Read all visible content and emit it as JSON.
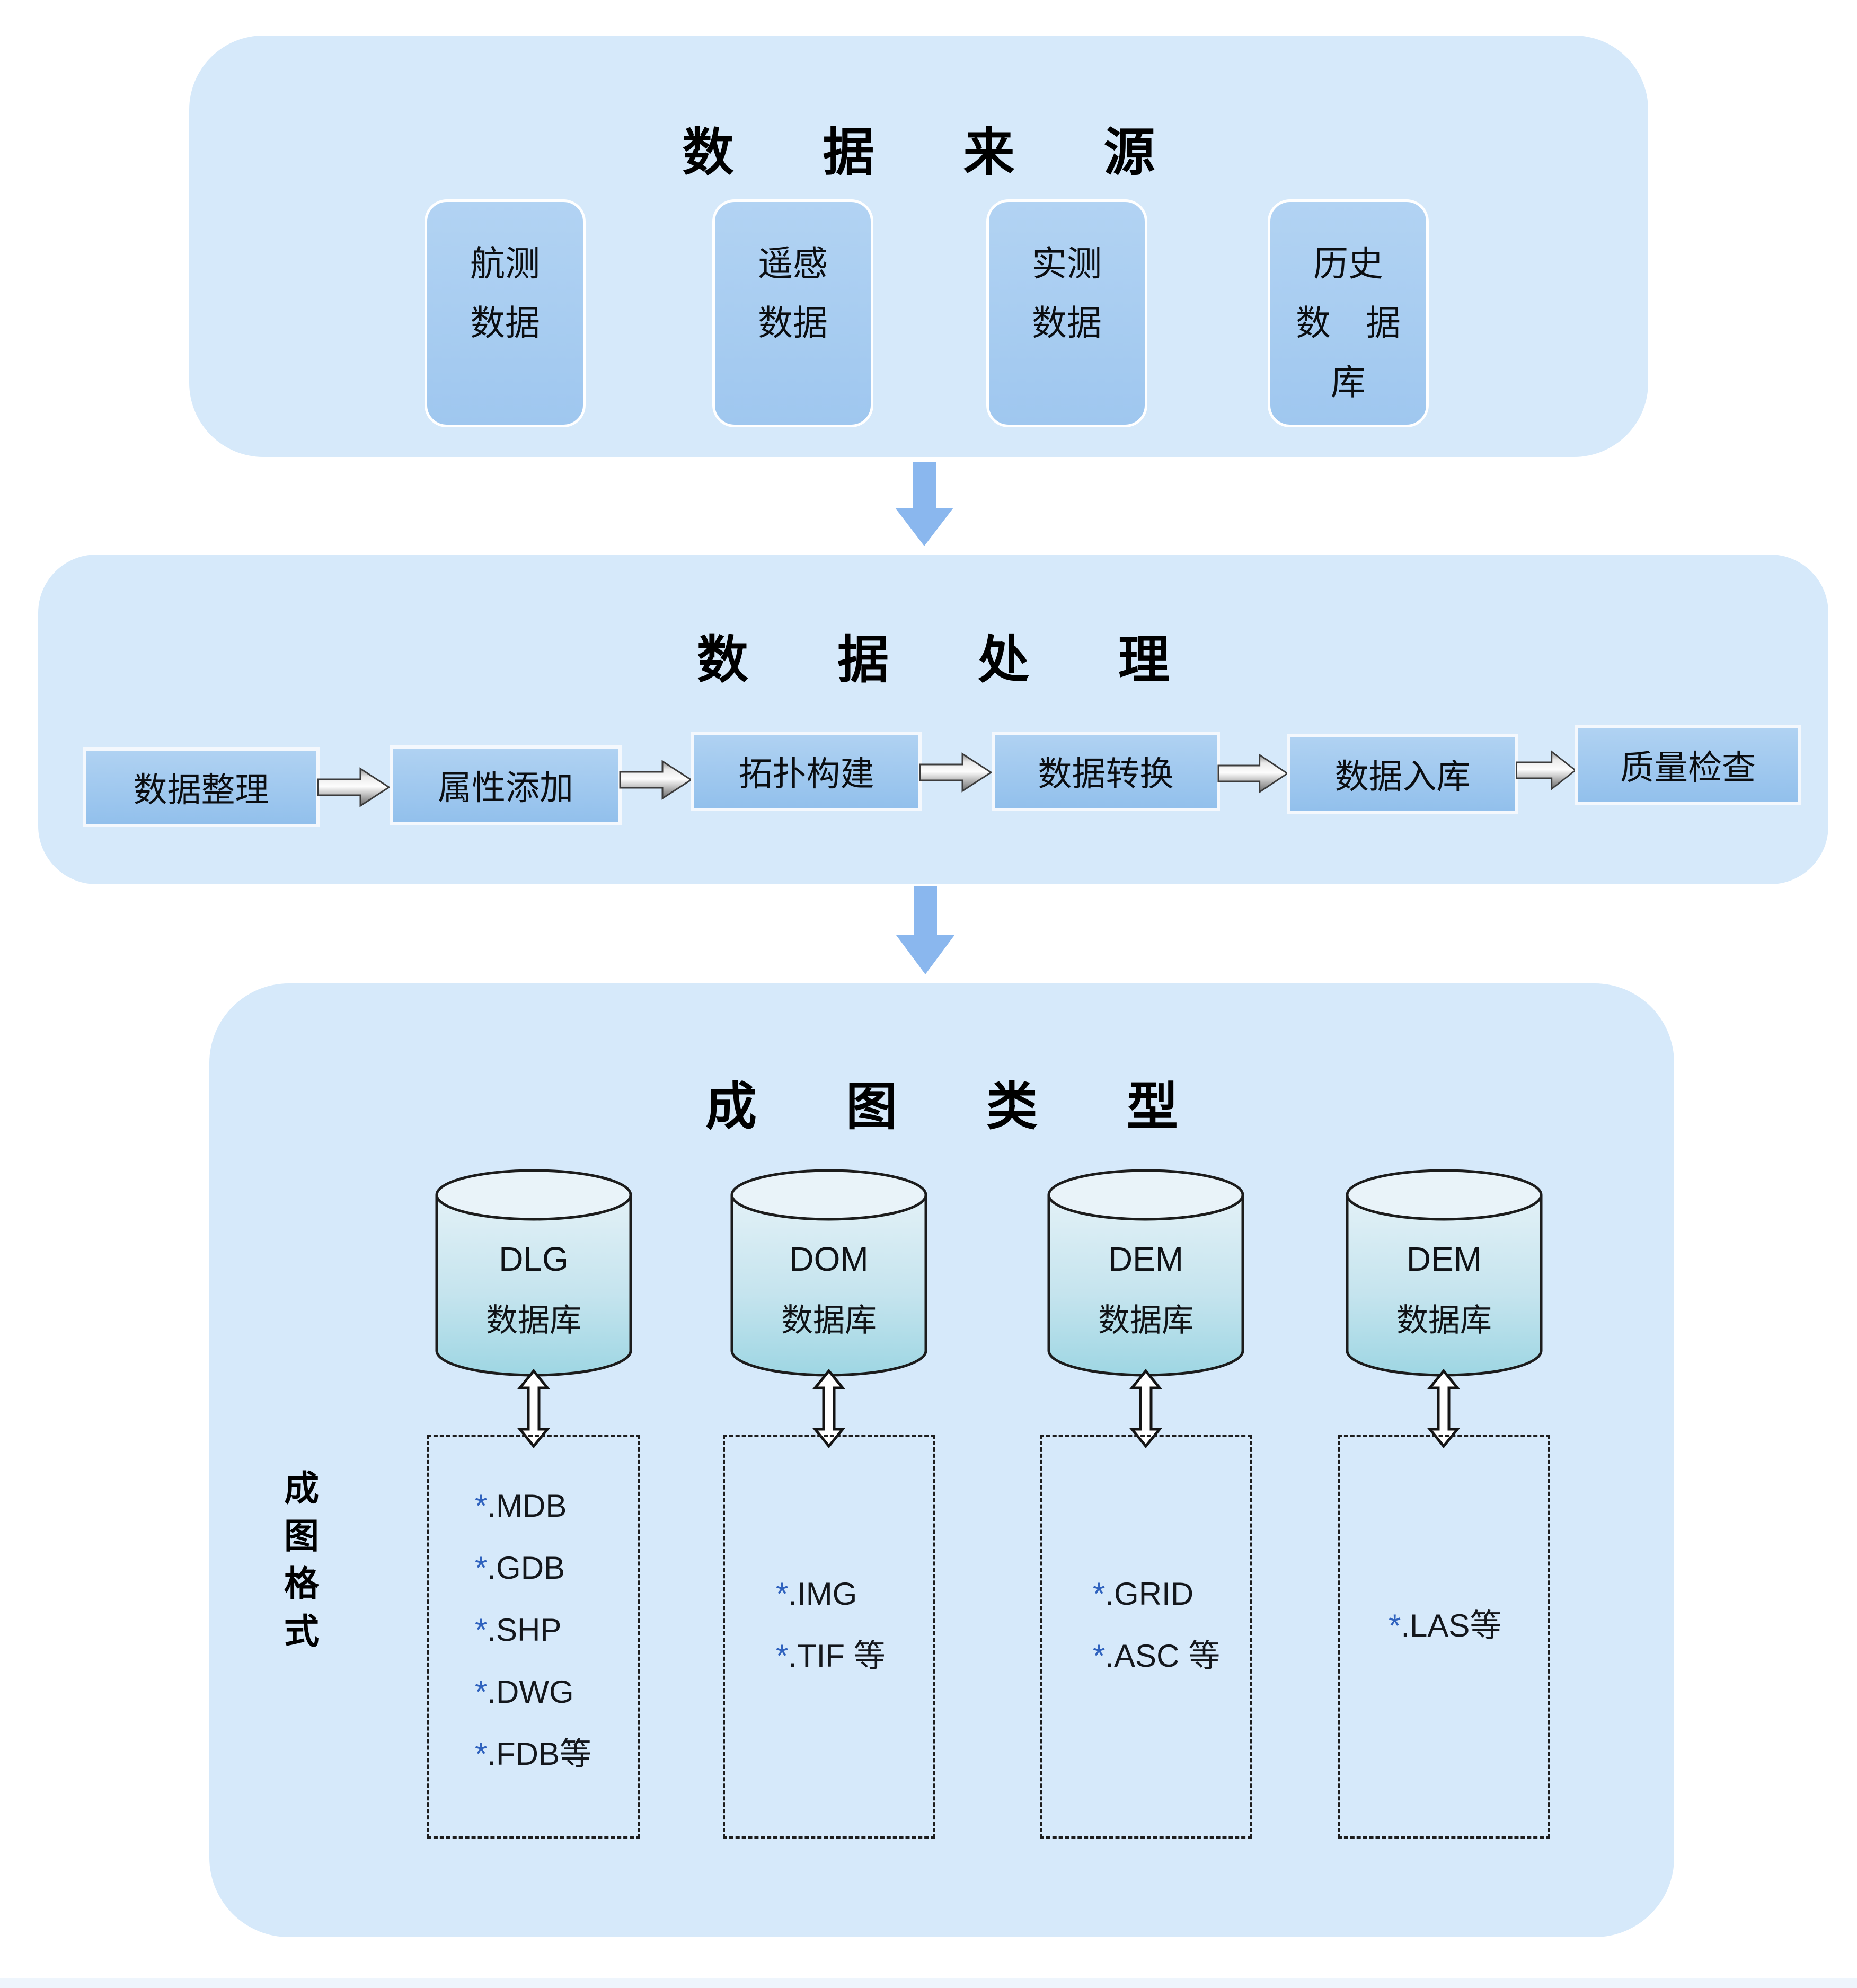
{
  "colors": {
    "panel_bg": "#d6e9fa",
    "source_box_bg": "#a8cdf1",
    "process_box_bg": "#9cc5ee",
    "down_arrow": "#8ab7ee",
    "cylinder_fill_top": "#e9f3f9",
    "cylinder_fill_bottom": "#9ed6e3",
    "dashed_border": "#1d1d1d",
    "asterisk": "#2f62be"
  },
  "sources": {
    "title": "数据来源",
    "boxes": [
      {
        "lines": [
          "航测",
          "数据"
        ]
      },
      {
        "lines": [
          "遥感",
          "数据"
        ]
      },
      {
        "lines": [
          "实测",
          "数据"
        ]
      },
      {
        "lines": [
          "历史",
          "数　据",
          "库"
        ]
      }
    ]
  },
  "processing": {
    "title": "数据处理",
    "steps": [
      "数据整理",
      "属性添加",
      "拓扑构建",
      "数据转换",
      "数据入库",
      "质量检查"
    ]
  },
  "output": {
    "title": "成图类型",
    "side_label": "成图格式",
    "databases": [
      {
        "name": "DLG",
        "label": "数据库",
        "formats": [
          "*.MDB",
          "*.GDB",
          "*.SHP",
          "*.DWG",
          "*.FDB等"
        ]
      },
      {
        "name": "DOM",
        "label": "数据库",
        "formats": [
          "*.IMG",
          "*.TIF 等"
        ]
      },
      {
        "name": "DEM",
        "label": "数据库",
        "formats": [
          "*.GRID",
          "*.ASC 等"
        ]
      },
      {
        "name": "DEM",
        "label": "数据库",
        "formats": [
          "*.LAS等"
        ]
      }
    ]
  }
}
